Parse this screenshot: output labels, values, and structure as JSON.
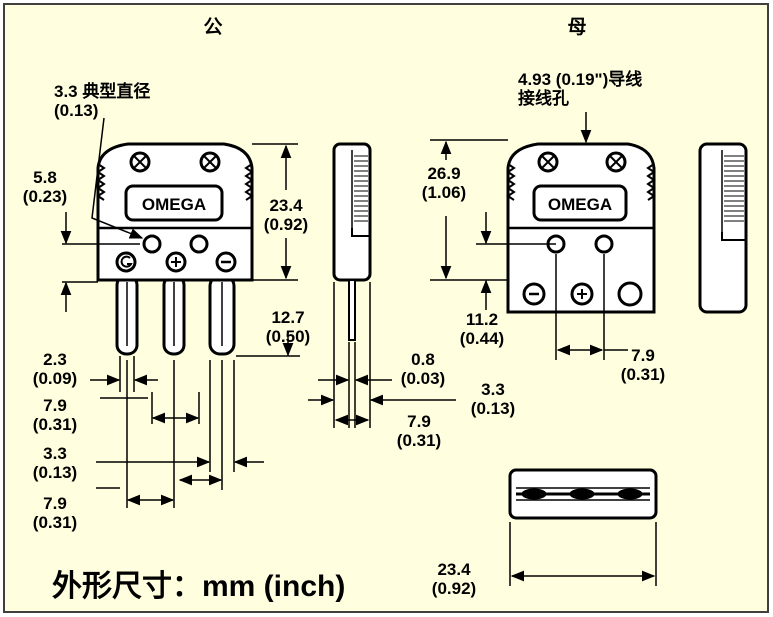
{
  "headers": {
    "male": "公",
    "female": "母"
  },
  "male": {
    "logo": "OMEGA",
    "dim_hole": {
      "label": "3.3 典型直径",
      "inch": "(0.13)"
    },
    "dim_offset": {
      "mm": "5.8",
      "inch": "(0.23)"
    },
    "dim_height": {
      "mm": "23.4",
      "inch": "(0.92)"
    },
    "dim_pin_length": {
      "mm": "12.7",
      "inch": "(0.50)"
    },
    "dim_pin_dia": {
      "mm": "2.3",
      "inch": "(0.09)"
    },
    "dim_pin_pitch1": {
      "mm": "7.9",
      "inch": "(0.31)"
    },
    "dim_pin_width": {
      "mm": "3.3",
      "inch": "(0.13)"
    },
    "dim_pin_pitch2": {
      "mm": "7.9",
      "inch": "(0.31)"
    },
    "terminal_marks": [
      "G",
      "+",
      "−"
    ]
  },
  "side": {
    "dim_pin": {
      "mm": "0.8",
      "inch": "(0.03)"
    },
    "dim_width": {
      "mm": "3.3",
      "inch": "(0.13)"
    },
    "dim_depth": {
      "mm": "7.9",
      "inch": "(0.31)"
    }
  },
  "female": {
    "logo": "OMEGA",
    "dim_wire_hole": {
      "line1": "4.93 (0.19\")导线",
      "line2": "接线孔"
    },
    "dim_height": {
      "mm": "26.9",
      "inch": "(1.06)"
    },
    "dim_bottom": {
      "mm": "11.2",
      "inch": "(0.44)"
    },
    "dim_pitch": {
      "mm": "7.9",
      "inch": "(0.31)"
    },
    "terminal_marks": [
      "−",
      "+",
      ""
    ]
  },
  "bottom_view": {
    "dim_length": {
      "mm": "23.4",
      "inch": "(0.92)"
    }
  },
  "units_caption": "外形尺寸：mm (inch)",
  "colors": {
    "background": "#ffffff",
    "panel": "#ffffe0",
    "frame": "#3f3f3f",
    "ink": "#000000",
    "part": "#ffffff"
  }
}
